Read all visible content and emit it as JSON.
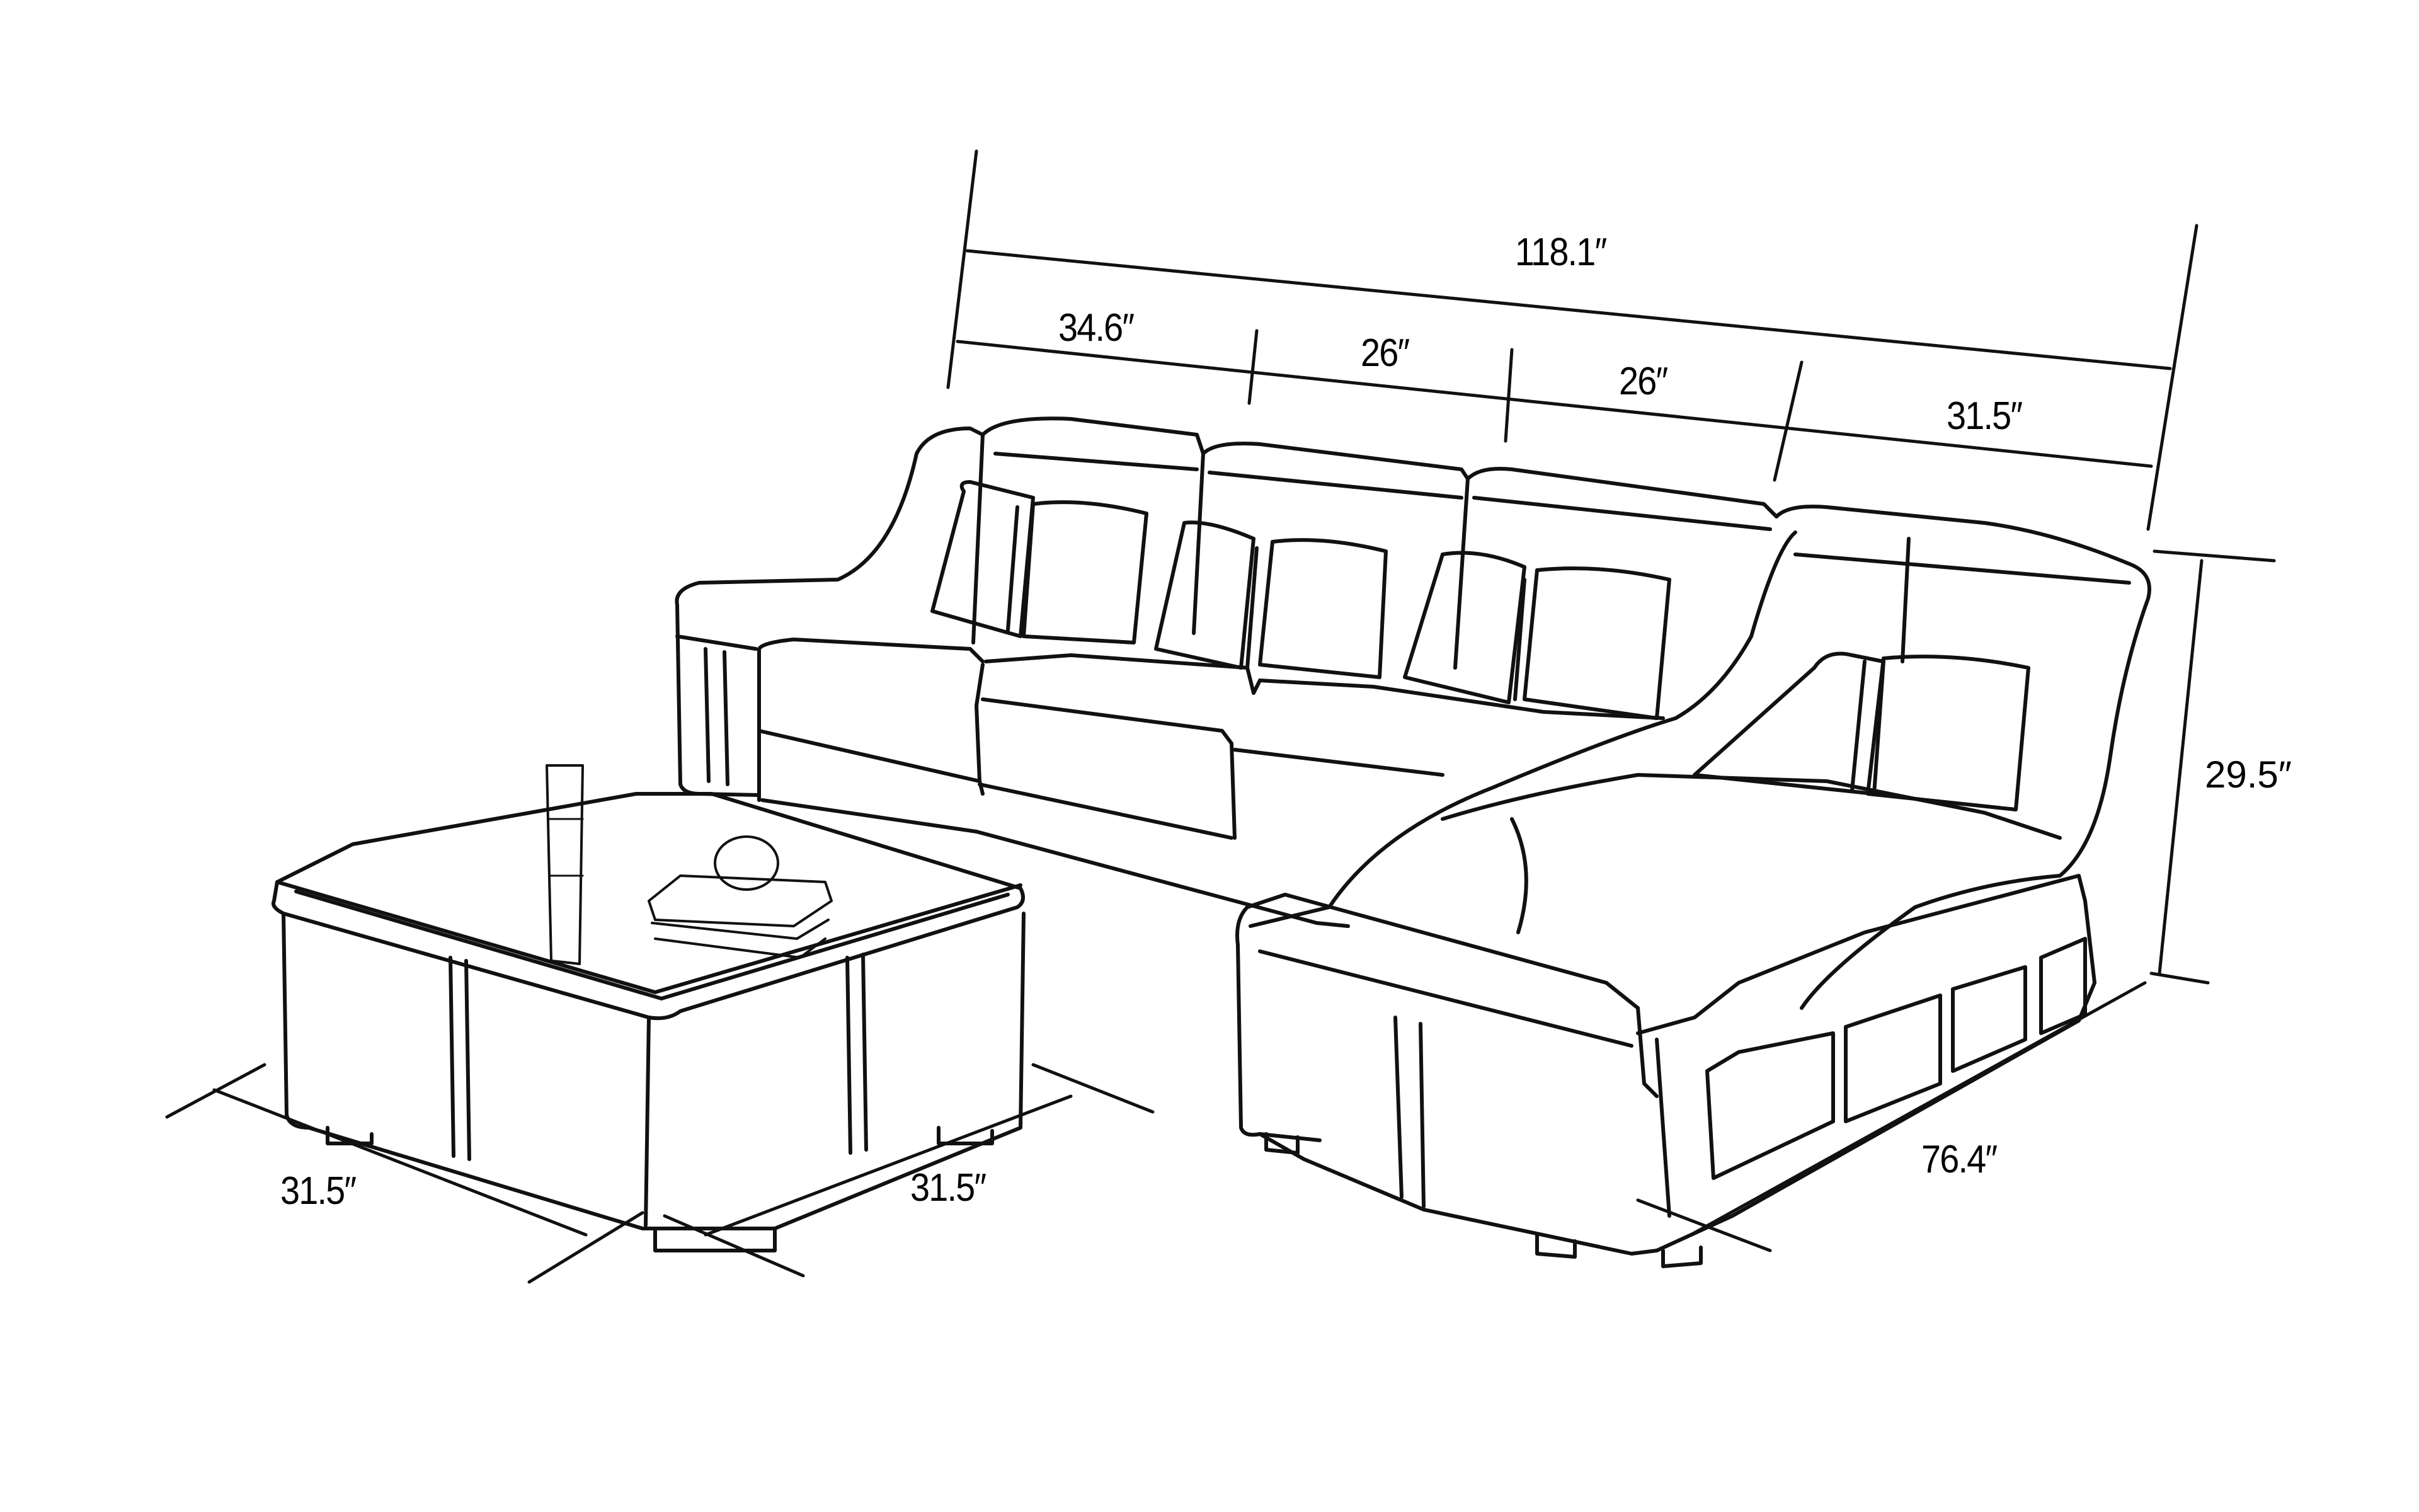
{
  "diagram": {
    "subject": "L-shaped sectional sofa with chaise and square coffee table",
    "line_color": "#111111",
    "background": "#ffffff"
  },
  "dimensions": {
    "total_width": "118.1″",
    "segment_1": "34.6″",
    "segment_2": "26″",
    "segment_3": "26″",
    "segment_4": "31.5″",
    "height": "29.5″",
    "chaise_depth": "76.4″",
    "table_width": "31.5″",
    "table_depth": "31.5″"
  }
}
